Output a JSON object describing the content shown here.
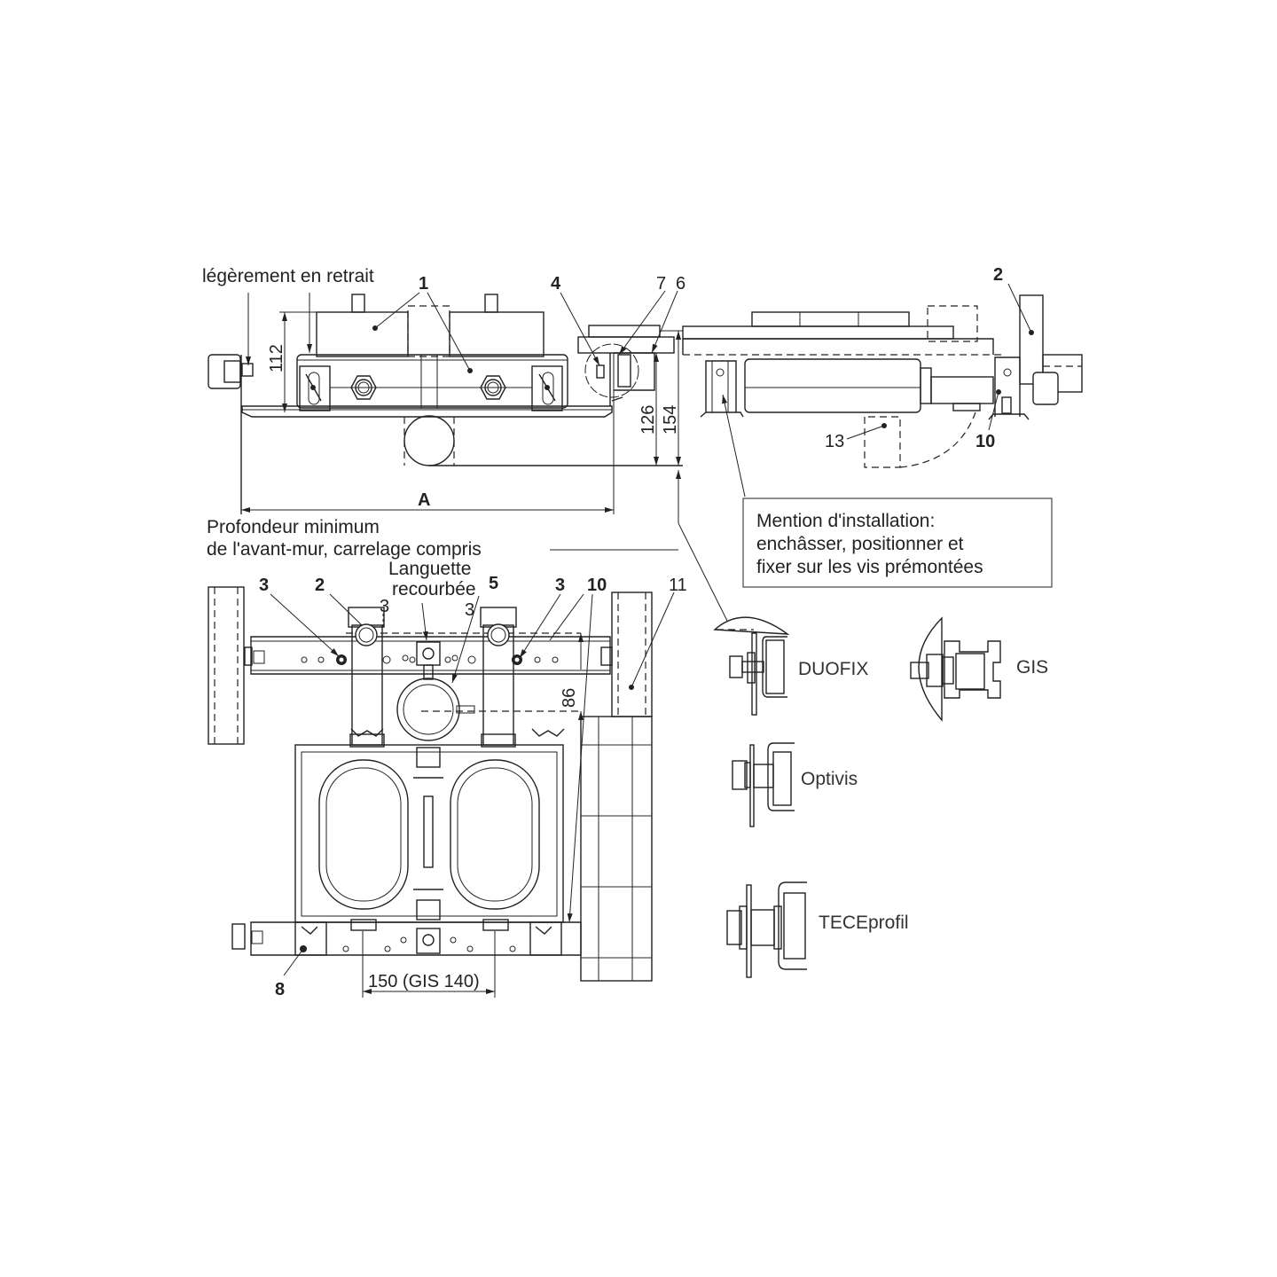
{
  "top_left_view": {
    "note_recessed": "légèrement en retrait",
    "label_1": "1",
    "label_4": "4",
    "label_7": "7",
    "label_6": "6",
    "dim_112": "112",
    "dim_126": "126",
    "dim_154": "154",
    "dim_A": "A"
  },
  "depth_note": {
    "line1": "Profondeur minimum",
    "line2": "de l'avant-mur, carrelage compris"
  },
  "top_right_view": {
    "label_2": "2",
    "label_10": "10",
    "label_13": "13"
  },
  "install_note": {
    "line1": "Mention d'installation:",
    "line2": "enchâsser, positionner et",
    "line3": "fixer sur les vis prémontées"
  },
  "bottom_view": {
    "label_3a": "3",
    "label_2": "2",
    "label_3_small_a": "3",
    "tab_line1": "Languette",
    "tab_line2": "recourbée",
    "label_5": "5",
    "label_3_small_b": "3",
    "label_3b": "3",
    "label_10": "10",
    "label_11": "11",
    "dim_86": "86",
    "label_8": "8",
    "dim_150": "150 (GIS 140)"
  },
  "fastener_systems": [
    "DUOFIX",
    "GIS",
    "Optivis",
    "TECEprofil"
  ]
}
